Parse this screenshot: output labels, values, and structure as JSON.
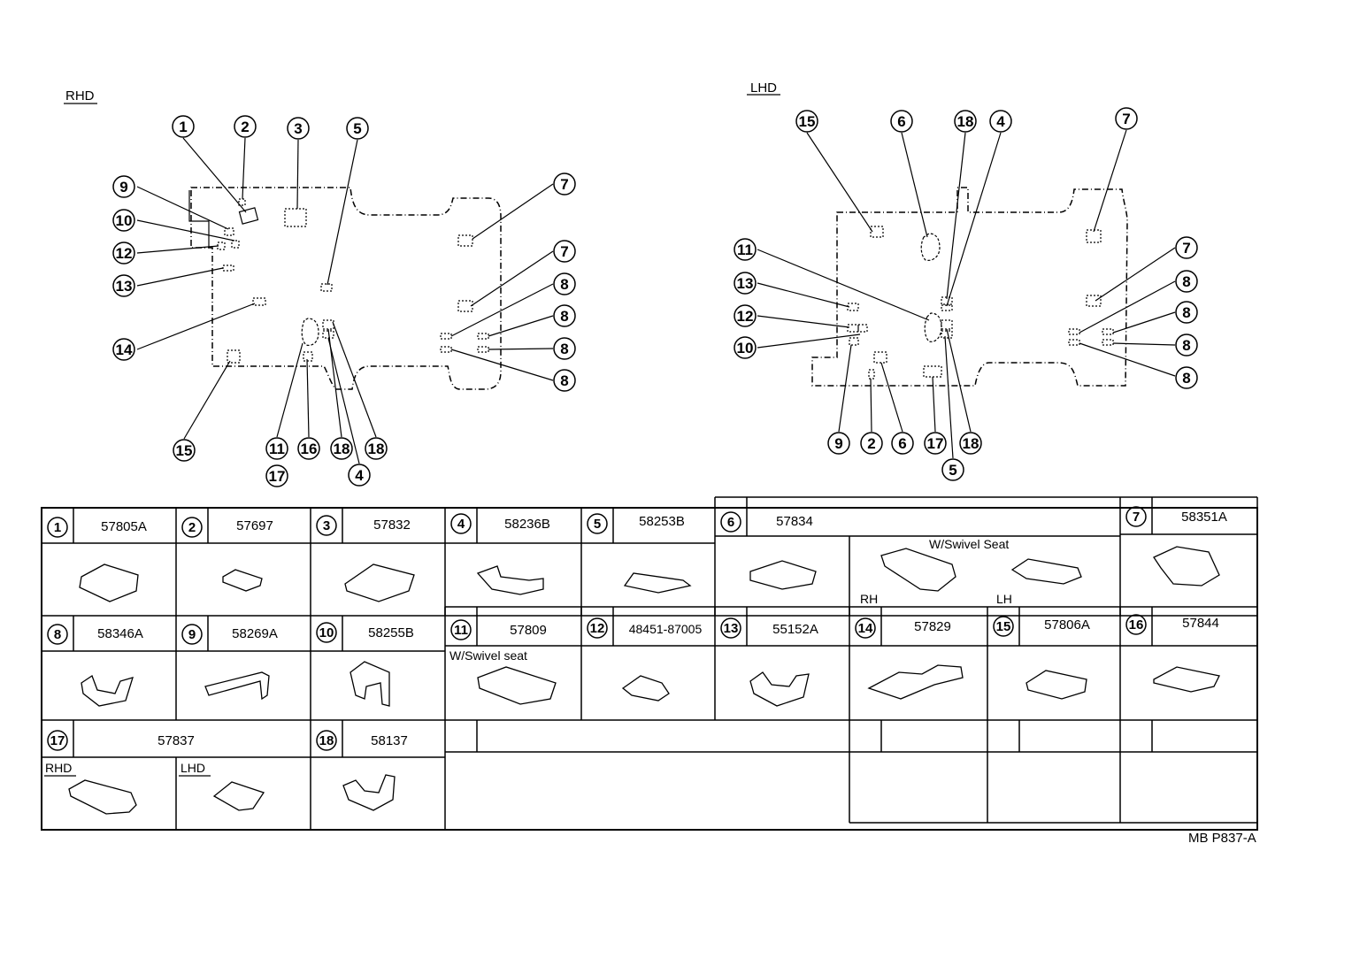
{
  "labels": {
    "rhd": "RHD",
    "lhd": "LHD",
    "code": "MB P837-A"
  },
  "rhd_callouts": [
    "1",
    "2",
    "3",
    "5",
    "9",
    "10",
    "12",
    "13",
    "14",
    "7",
    "7",
    "8",
    "8",
    "8",
    "8",
    "15",
    "11",
    "17",
    "16",
    "18",
    "4",
    "18"
  ],
  "lhd_callouts": [
    "15",
    "6",
    "18",
    "4",
    "7",
    "11",
    "13",
    "12",
    "10",
    "7",
    "8",
    "8",
    "8",
    "8",
    "9",
    "2",
    "6",
    "17",
    "18",
    "5"
  ],
  "parts": [
    {
      "no": "1",
      "pn": "57805A"
    },
    {
      "no": "2",
      "pn": "57697"
    },
    {
      "no": "3",
      "pn": "57832"
    },
    {
      "no": "4",
      "pn": "58236B"
    },
    {
      "no": "5",
      "pn": "58253B"
    },
    {
      "no": "6",
      "pn": "57834"
    },
    {
      "no": "7",
      "pn": "58351A"
    },
    {
      "no": "8",
      "pn": "58346A"
    },
    {
      "no": "9",
      "pn": "58269A"
    },
    {
      "no": "10",
      "pn": "58255B"
    },
    {
      "no": "11",
      "pn": "57809"
    },
    {
      "no": "12",
      "pn": "48451-87005"
    },
    {
      "no": "13",
      "pn": "55152A"
    },
    {
      "no": "14",
      "pn": "57829"
    },
    {
      "no": "15",
      "pn": "57806A"
    },
    {
      "no": "16",
      "pn": "57844"
    },
    {
      "no": "17",
      "pn": "57837"
    },
    {
      "no": "18",
      "pn": "58137"
    }
  ],
  "notes": {
    "swivel_seat_6": "W/Swivel Seat",
    "swivel_seat_11": "W/Swivel seat",
    "rh": "RH",
    "lh": "LH",
    "rhd17": "RHD",
    "lhd17": "LHD"
  }
}
